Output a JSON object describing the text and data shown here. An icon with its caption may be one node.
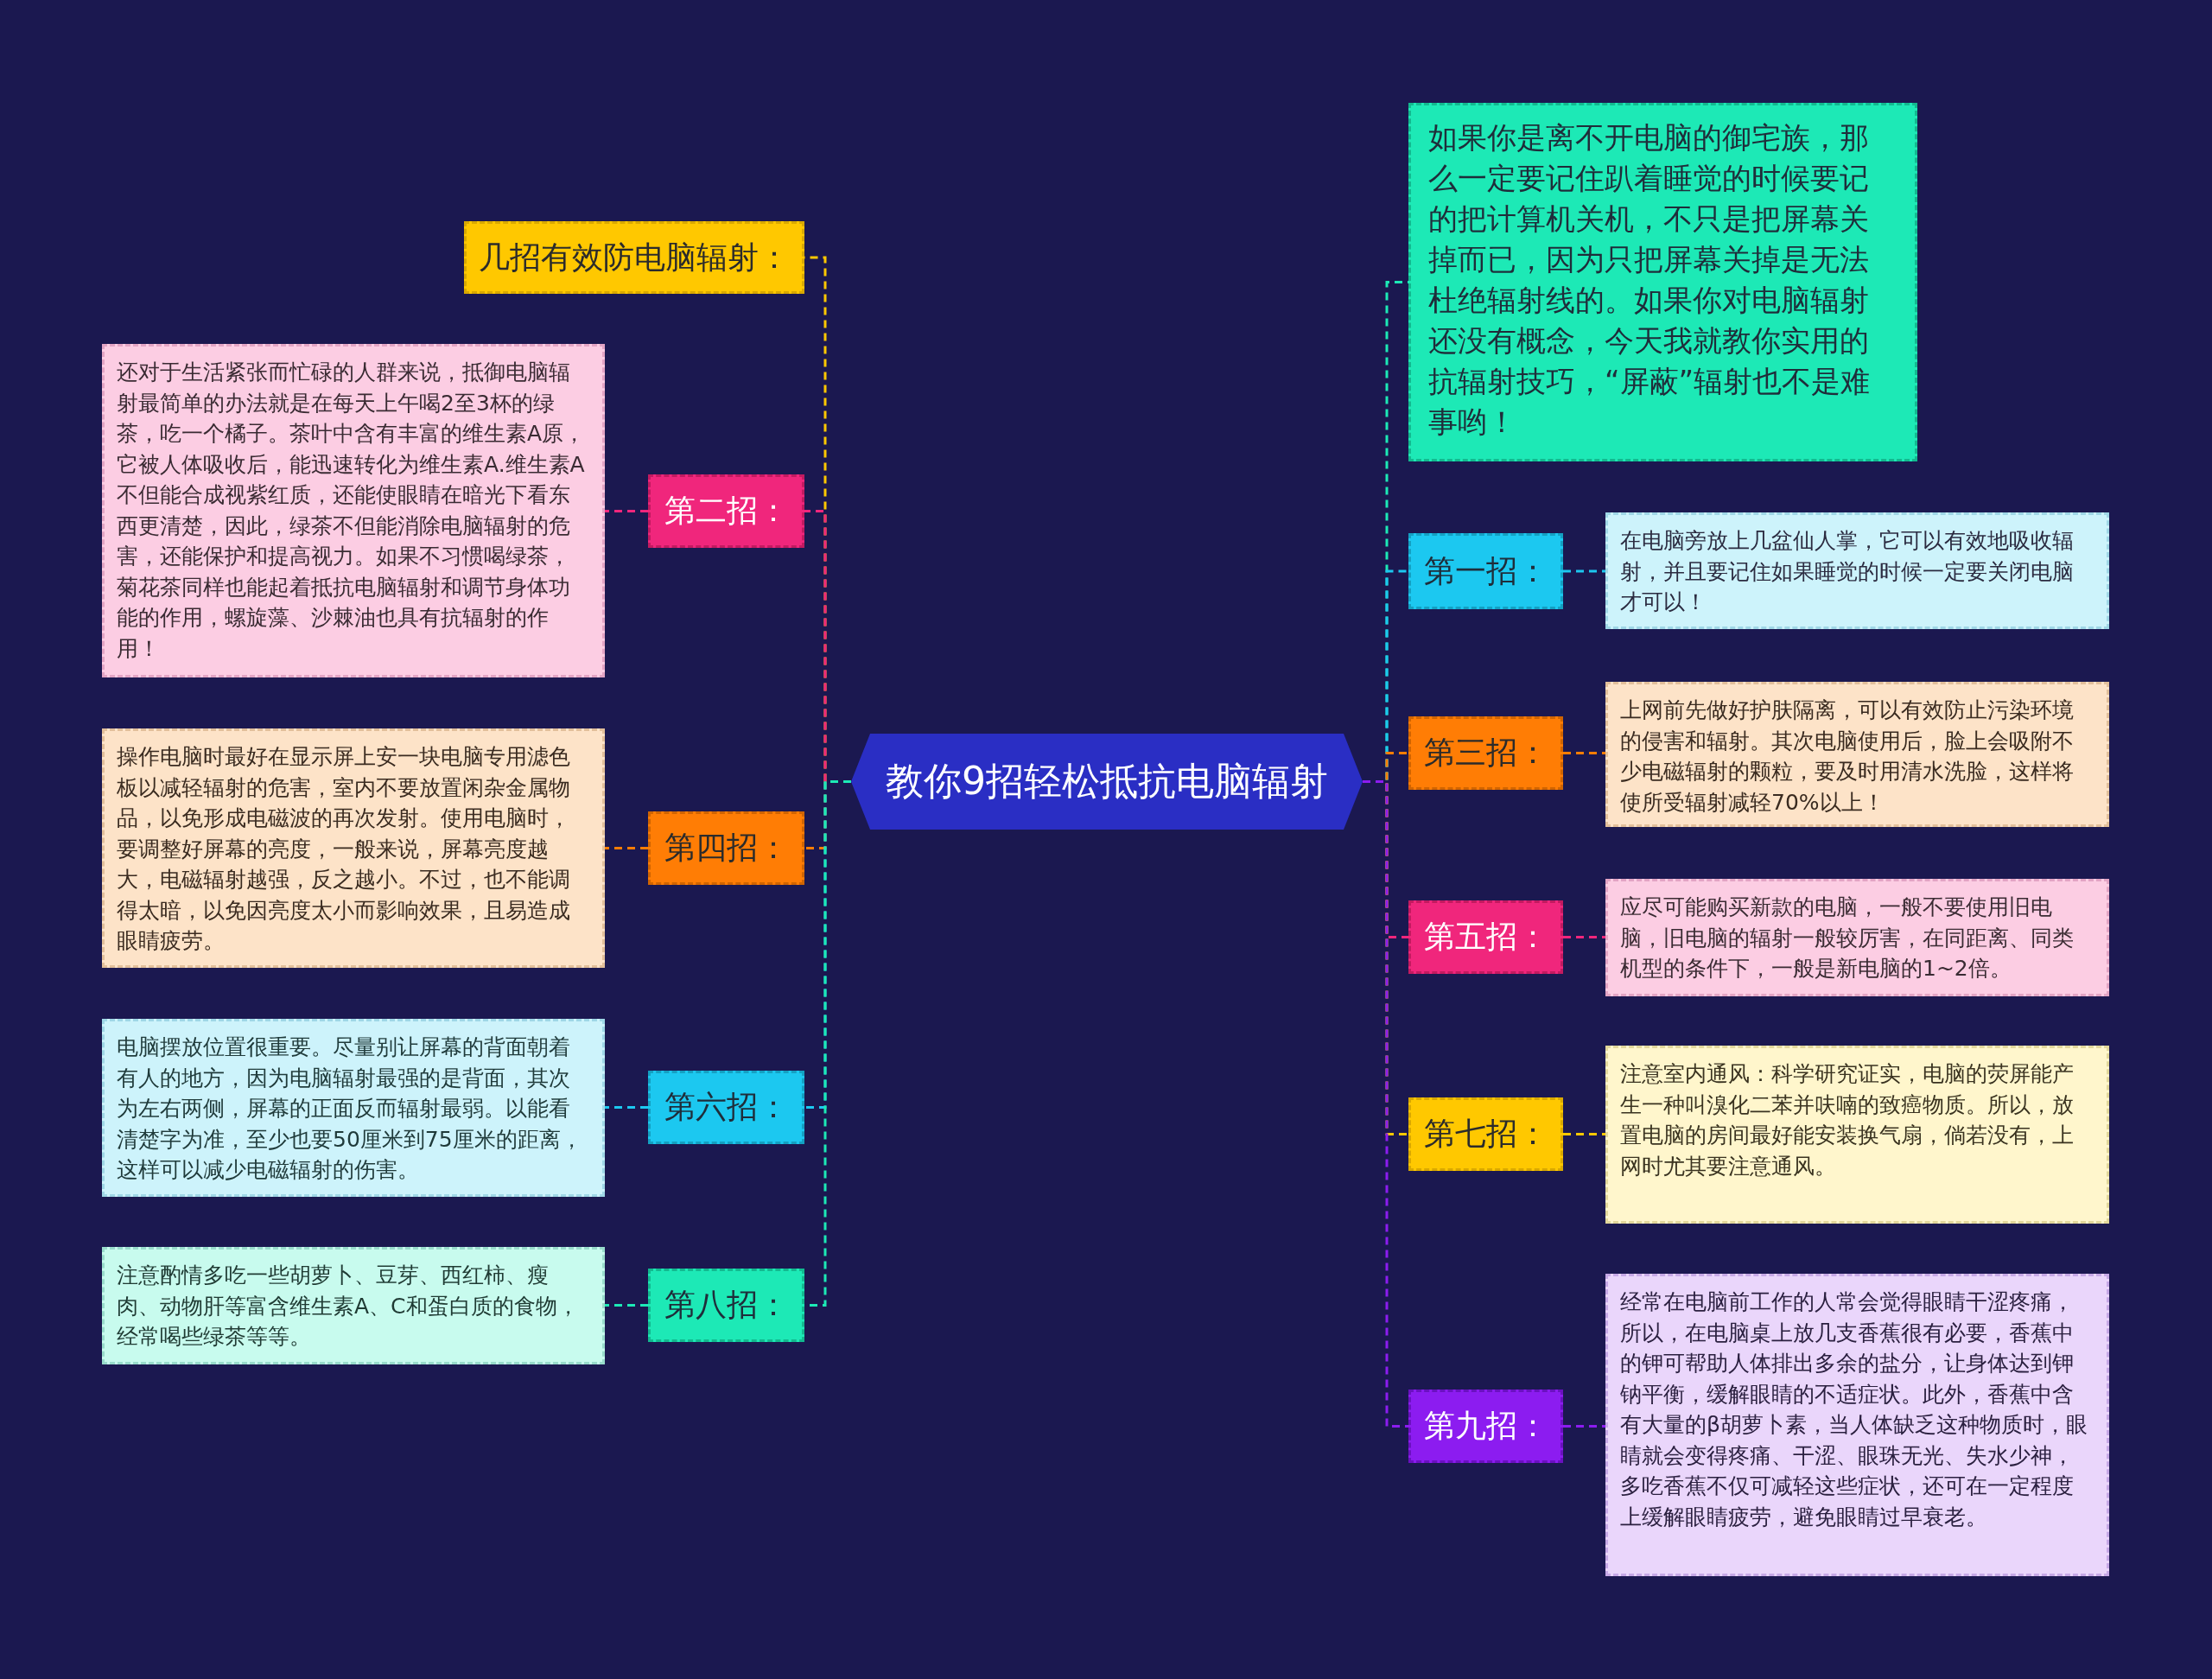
{
  "diagram": {
    "nodes": [
      {
        "text": [
          "教你9招轻松抵抗电脑辐射"
        ]
      },
      {
        "text": [
          "几招有效防电脑辐射："
        ]
      },
      {
        "text": [
          "如果你是离不开电脑的御宅族，那么一定要记住趴着睡觉的时候要记的把计算机关机，不只是把屏幕关掉而已，因为只把屏幕关掉是无法杜绝辐射线的。如果你对电脑辐射还没有概念，今天我就教你实用的抗辐射技巧，“屏蔽”辐射也不是难事哟！"
        ]
      },
      {
        "text": [
          "第一招："
        ]
      },
      {
        "text": [
          "在电脑旁放上几盆仙人掌，它可以有效地吸收辐射，并且要记住如果睡觉的时候一定要关闭电脑才可以！"
        ]
      },
      {
        "text": [
          "第二招："
        ]
      },
      {
        "text": [
          "还对于生活紧张而忙碌的人群来说，抵御电脑辐射最简单的办法就是在每天上午喝2至3杯的绿茶，吃一个橘子。茶叶中含有丰富的维生素A原，它被人体吸收后，能迅速转化为维生素A.维生素A不但能合成视紫红质，还能使眼睛在暗光下看东西更清楚，因此，绿茶不但能消除电脑辐射的危害，还能保护和提高视力。如果不习惯喝绿茶，菊花茶同样也能起着抵抗电脑辐射和调节身体功能的作用，螺旋藻、沙棘油也具有抗辐射的作用！"
        ]
      },
      {
        "text": [
          "第三招："
        ]
      },
      {
        "text": [
          "上网前先做好护肤隔离，可以有效防止污染环境的侵害和辐射。其次电脑使用后，脸上会吸附不少电磁辐射的颗粒，要及时用清水洗脸，这样将使所受辐射减轻70%以上！"
        ]
      },
      {
        "text": [
          "第四招："
        ]
      },
      {
        "text": [
          "操作电脑时最好在显示屏上安一块电脑专用滤色板以减轻辐射的危害，室内不要放置闲杂金属物品，以免形成电磁波的再次发射。使用电脑时，要调整好屏幕的亮度，一般来说，屏幕亮度越大，电磁辐射越强，反之越小。不过，也不能调得太暗，以免因亮度太小而影响效果，且易造成眼睛疲劳。"
        ]
      },
      {
        "text": [
          "第五招："
        ]
      },
      {
        "text": [
          "应尽可能购买新款的电脑，一般不要使用旧电脑，旧电脑的辐射一般较厉害，在同距离、同类机型的条件下，一般是新电脑的1~2倍。"
        ]
      },
      {
        "text": [
          "第六招："
        ]
      },
      {
        "text": [
          "电脑摆放位置很重要。尽量别让屏幕的背面朝着有人的地方，因为电脑辐射最强的是背面，其次为左右两侧，屏幕的正面反而辐射最弱。以能看清楚字为准，至少也要50厘米到75厘米的距离，这样可以减少电磁辐射的伤害。"
        ]
      },
      {
        "text": [
          "第七招："
        ]
      },
      {
        "text": [
          "注意室内通风：科学研究证实，电脑的荧屏能产生一种叫溴化二苯并呋喃的致癌物质。所以，放置电脑的房间最好能安装换气扇，倘若没有，上网时尤其要注意通风。"
        ]
      },
      {
        "text": [
          "第八招："
        ]
      },
      {
        "text": [
          "注意酌情多吃一些胡萝卜、豆芽、西红柿、瘦肉、动物肝等富含维生素A、C和蛋白质的食物，经常喝些绿茶等等。"
        ]
      },
      {
        "text": [
          "第九招："
        ]
      },
      {
        "text": [
          "经常在电脑前工作的人常会觉得眼睛干涩疼痛，所以，在电脑桌上放几支香蕉很有必要，香蕉中的钾可帮助人体排出多余的盐分，让身体达到钾钠平衡，缓解眼睛的不适症状。此外，香蕉中含有大量的β胡萝卜素，当人体缺乏这种物质时，眼睛就会变得疼痛、干涩、眼珠无光、失水少神，多吃香蕉不仅可减轻这些症状，还可在一定程度上缓解眼睛疲劳，避免眼睛过早衰老。"
        ]
      }
    ],
    "edges": [
      {
        "from": 0,
        "to": 1,
        "arrow": "none",
        "style": "dashed",
        "color": "#ffc800"
      },
      {
        "from": 0,
        "to": 2,
        "arrow": "none",
        "style": "dashed",
        "color": "#1de9b6"
      },
      {
        "from": 0,
        "to": 3,
        "arrow": "none",
        "style": "dashed",
        "color": "#1cc8f0"
      },
      {
        "from": 0,
        "to": 5,
        "arrow": "none",
        "style": "dashed",
        "color": "#f0267c"
      },
      {
        "from": 0,
        "to": 7,
        "arrow": "none",
        "style": "dashed",
        "color": "#ff7d05"
      },
      {
        "from": 0,
        "to": 9,
        "arrow": "none",
        "style": "dashed",
        "color": "#ff7d05"
      },
      {
        "from": 0,
        "to": 11,
        "arrow": "none",
        "style": "dashed",
        "color": "#f0267c"
      },
      {
        "from": 0,
        "to": 13,
        "arrow": "none",
        "style": "dashed",
        "color": "#1cc8f0"
      },
      {
        "from": 0,
        "to": 15,
        "arrow": "none",
        "style": "dashed",
        "color": "#ffc800"
      },
      {
        "from": 0,
        "to": 17,
        "arrow": "none",
        "style": "dashed",
        "color": "#1de9b6"
      },
      {
        "from": 0,
        "to": 19,
        "arrow": "none",
        "style": "dashed",
        "color": "#8c1cf0"
      },
      {
        "from": 3,
        "to": 4,
        "arrow": "none",
        "style": "dashed",
        "color": "#1cc8f0"
      },
      {
        "from": 5,
        "to": 6,
        "arrow": "none",
        "style": "dashed",
        "color": "#f0267c"
      },
      {
        "from": 7,
        "to": 8,
        "arrow": "none",
        "style": "dashed",
        "color": "#ff7d05"
      },
      {
        "from": 9,
        "to": 10,
        "arrow": "none",
        "style": "dashed",
        "color": "#ff7d05"
      },
      {
        "from": 11,
        "to": 12,
        "arrow": "none",
        "style": "dashed",
        "color": "#f0267c"
      },
      {
        "from": 13,
        "to": 14,
        "arrow": "none",
        "style": "dashed",
        "color": "#1cc8f0"
      },
      {
        "from": 15,
        "to": 16,
        "arrow": "none",
        "style": "dashed",
        "color": "#ffc800"
      },
      {
        "from": 17,
        "to": 18,
        "arrow": "none",
        "style": "dashed",
        "color": "#1de9b6"
      },
      {
        "from": 19,
        "to": 20,
        "arrow": "none",
        "style": "dashed",
        "color": "#8c1cf0"
      }
    ]
  }
}
